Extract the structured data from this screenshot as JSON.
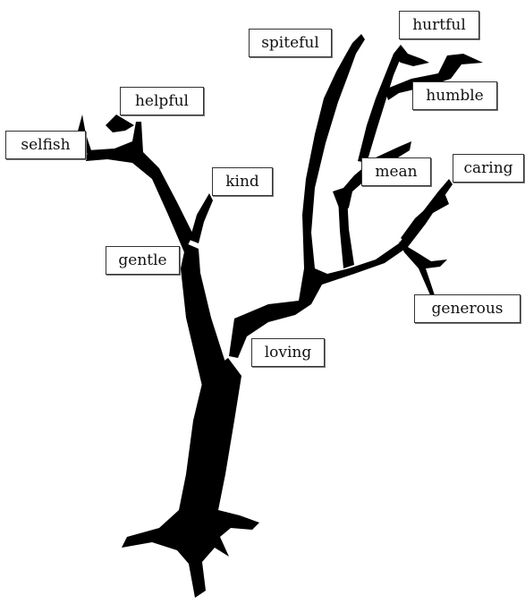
{
  "labels": {
    "spiteful": "spiteful",
    "hurtful": "hurtful",
    "helpful": "helpful",
    "humble": "humble",
    "selfish": "selfish",
    "mean": "mean",
    "caring": "caring",
    "kind": "kind",
    "gentle": "gentle",
    "generous": "generous",
    "loving": "loving"
  },
  "colors": {
    "tree": "#000000",
    "label_border": "#333333",
    "background": "#ffffff"
  }
}
